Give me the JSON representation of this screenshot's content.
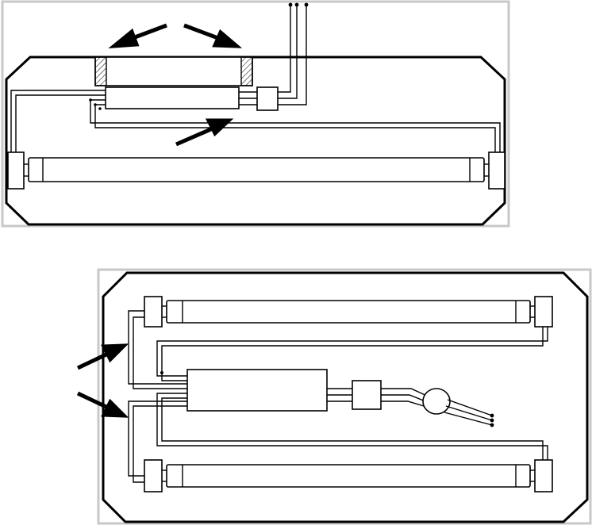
{
  "colors": {
    "line": "#000000",
    "frame": "#c8c8c8",
    "background": "#ffffff"
  },
  "diagrams": [
    {
      "name": "single-tube-fixture",
      "parts": [
        "ballast",
        "ballast-cover-panel",
        "connector-block",
        "lamp-tube",
        "lamp-holder-left",
        "lamp-holder-right",
        "supply-wires",
        "arrows"
      ]
    },
    {
      "name": "twin-tube-fixture",
      "parts": [
        "ballast",
        "connector-block",
        "lamp-tube-top",
        "lamp-tube-bottom",
        "lamp-holders",
        "grommet",
        "supply-wires",
        "arrows"
      ]
    }
  ]
}
